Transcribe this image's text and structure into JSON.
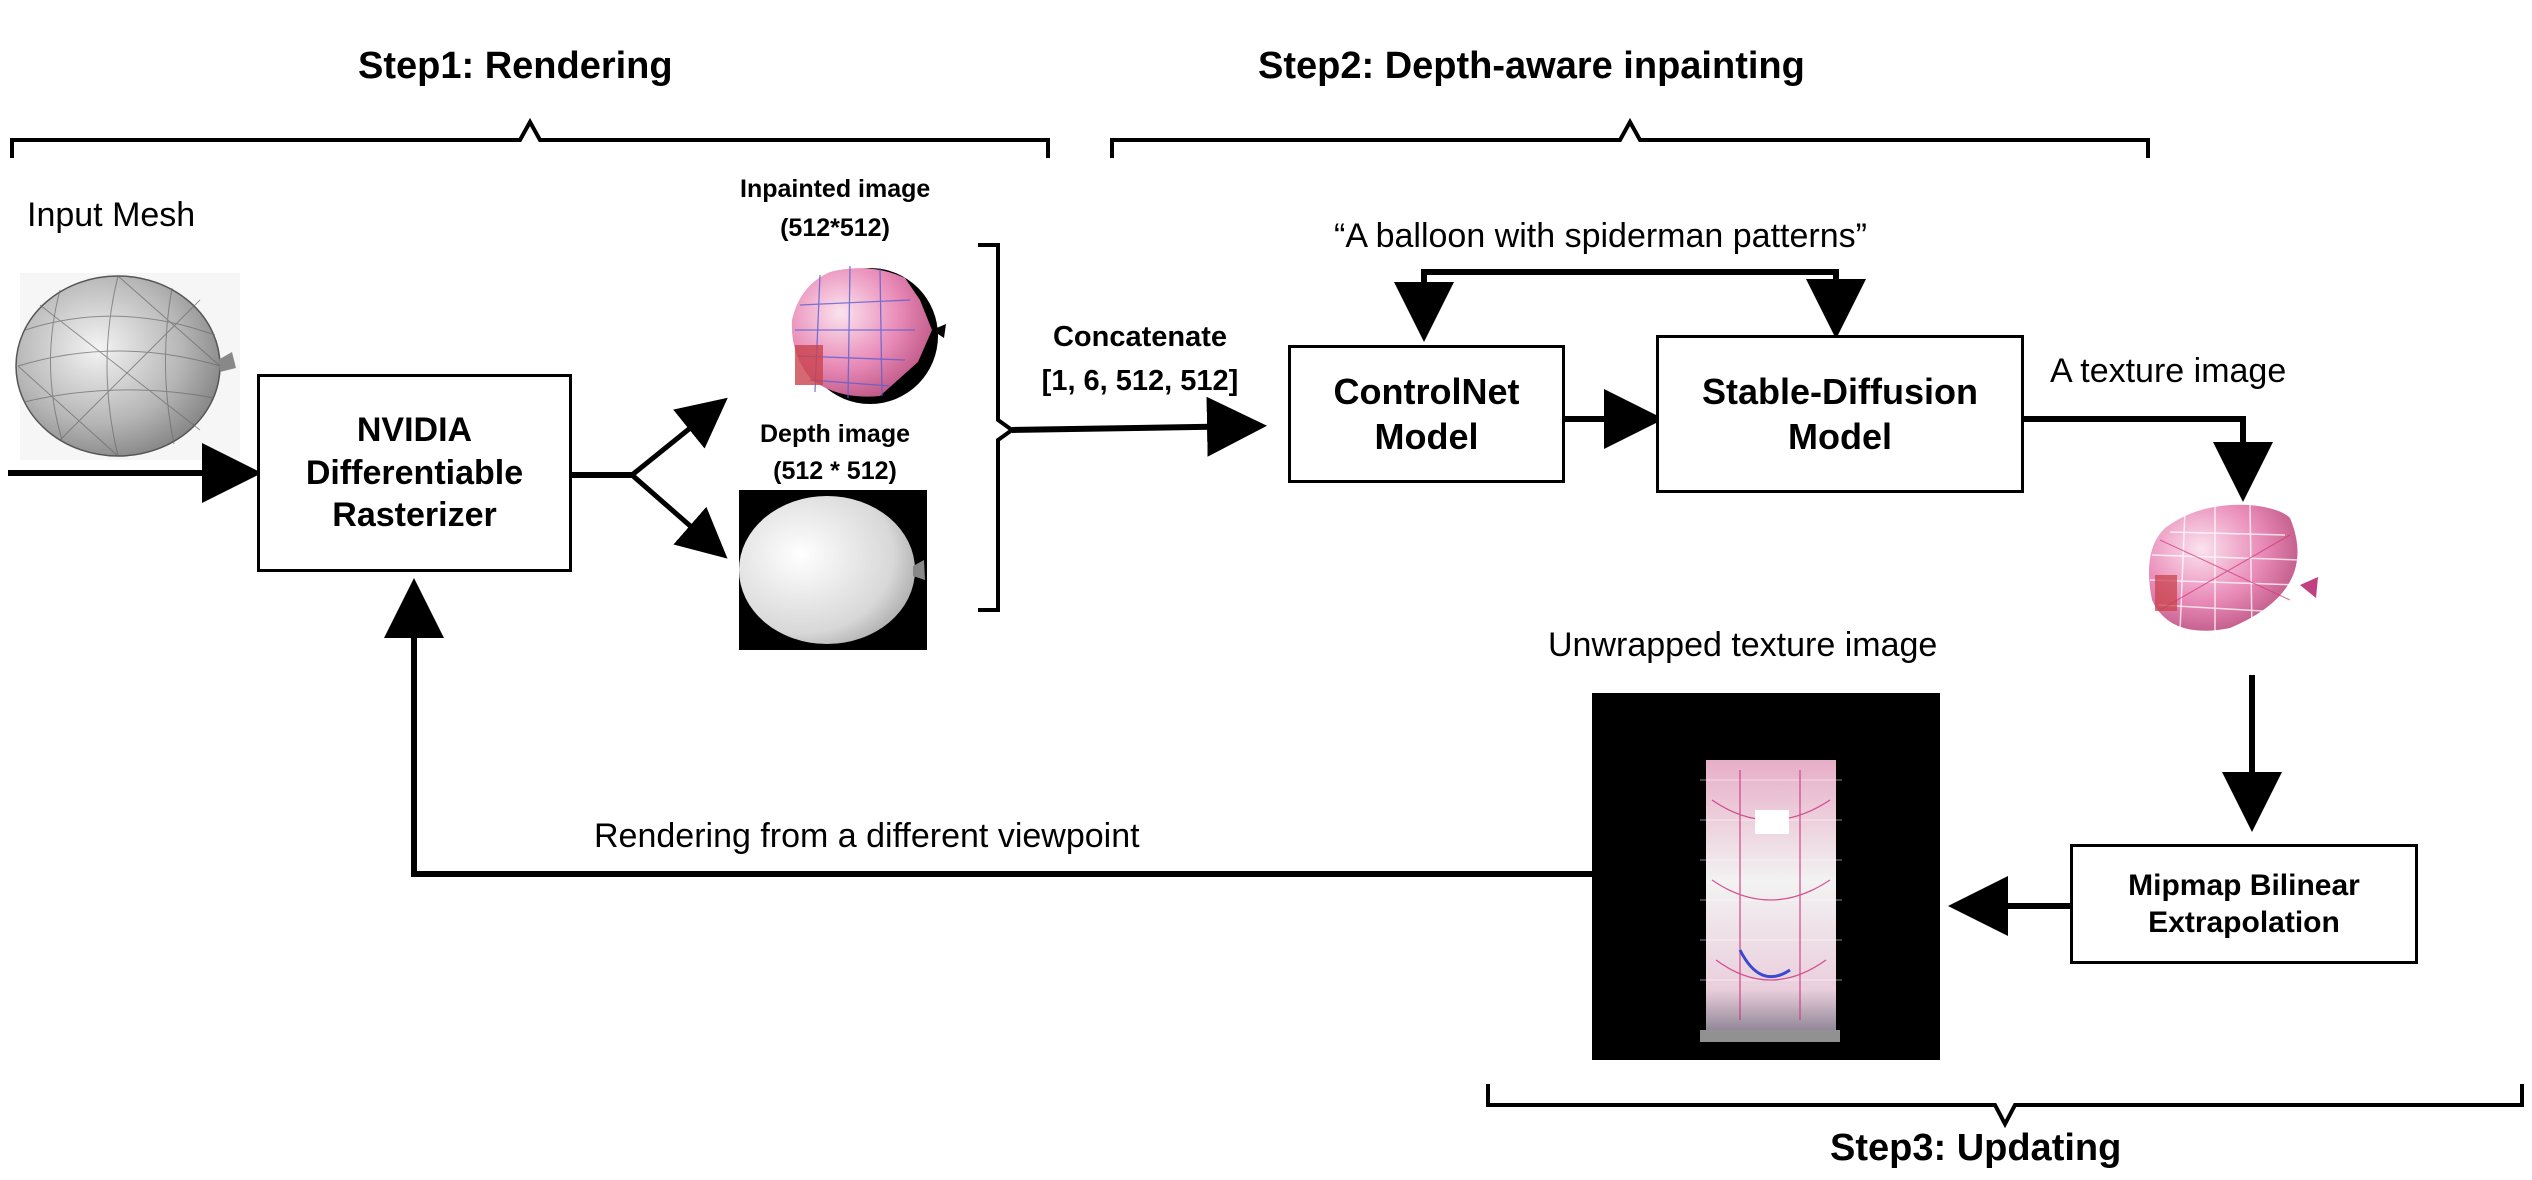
{
  "steps": {
    "step1": "Step1: Rendering",
    "step2": "Step2: Depth-aware inpainting",
    "step3": "Step3: Updating"
  },
  "input_mesh": "Input Mesh",
  "rasterizer": {
    "line1": "NVIDIA",
    "line2": "Differentiable",
    "line3": "Rasterizer"
  },
  "inpainted": {
    "title": "Inpainted image",
    "size": "(512*512)"
  },
  "depth": {
    "title": "Depth image",
    "size": "(512 * 512)"
  },
  "concat": {
    "title": "Concatenate",
    "shape": "[1, 6, 512, 512]"
  },
  "prompt": "“A balloon with spiderman patterns”",
  "controlnet": {
    "line1": "ControlNet",
    "line2": "Model"
  },
  "stable_diffusion": {
    "line1": "Stable-Diffusion",
    "line2": "Model"
  },
  "texture_image": "A texture image",
  "unwrapped": "Unwrapped texture image",
  "mipmap": {
    "line1": "Mipmap Bilinear",
    "line2": "Extrapolation"
  },
  "feedback": "Rendering from a different viewpoint",
  "colors": {
    "stroke": "#000000",
    "balloon_pink": "#e87bb0",
    "mesh_gray": "#9a9a9a"
  }
}
